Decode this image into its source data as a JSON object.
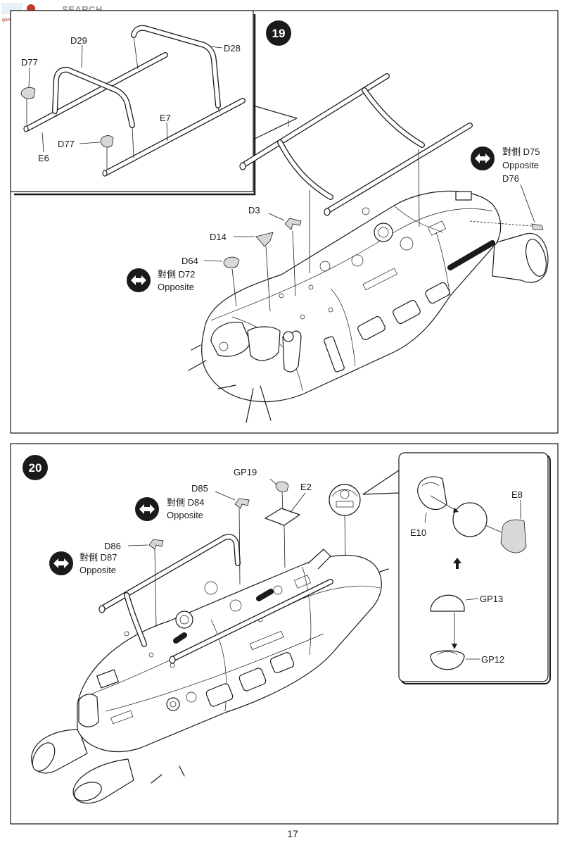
{
  "watermark": {
    "brand": "SEARCH",
    "site": "gan-shou.com"
  },
  "page_number": "17",
  "colors": {
    "ink": "#1a1a1a",
    "paper": "#ffffff"
  },
  "icons": {
    "opposite": "double-arrow-icon"
  },
  "step19": {
    "number": "19",
    "inset": {
      "d29": "D29",
      "d28": "D28",
      "d77_top": "D77",
      "e7": "E7",
      "d77_bottom": "D77",
      "e6": "E6"
    },
    "parts": {
      "d3": "D3",
      "d14": "D14",
      "d64": "D64",
      "d76": "D76"
    },
    "opposite_left": {
      "line1": "對側 D72",
      "line2": "Opposite"
    },
    "opposite_right": {
      "line1": "對側 D75",
      "line2": "Opposite"
    }
  },
  "step20": {
    "number": "20",
    "parts": {
      "gp19": "GP19",
      "d85": "D85",
      "e2": "E2",
      "d86": "D86"
    },
    "opposite_upper": {
      "line1": "對側 D84",
      "line2": "Opposite"
    },
    "opposite_lower": {
      "line1": "對側 D87",
      "line2": "Opposite"
    },
    "inset": {
      "e8": "E8",
      "e10": "E10",
      "gp13": "GP13",
      "gp12": "GP12"
    }
  }
}
